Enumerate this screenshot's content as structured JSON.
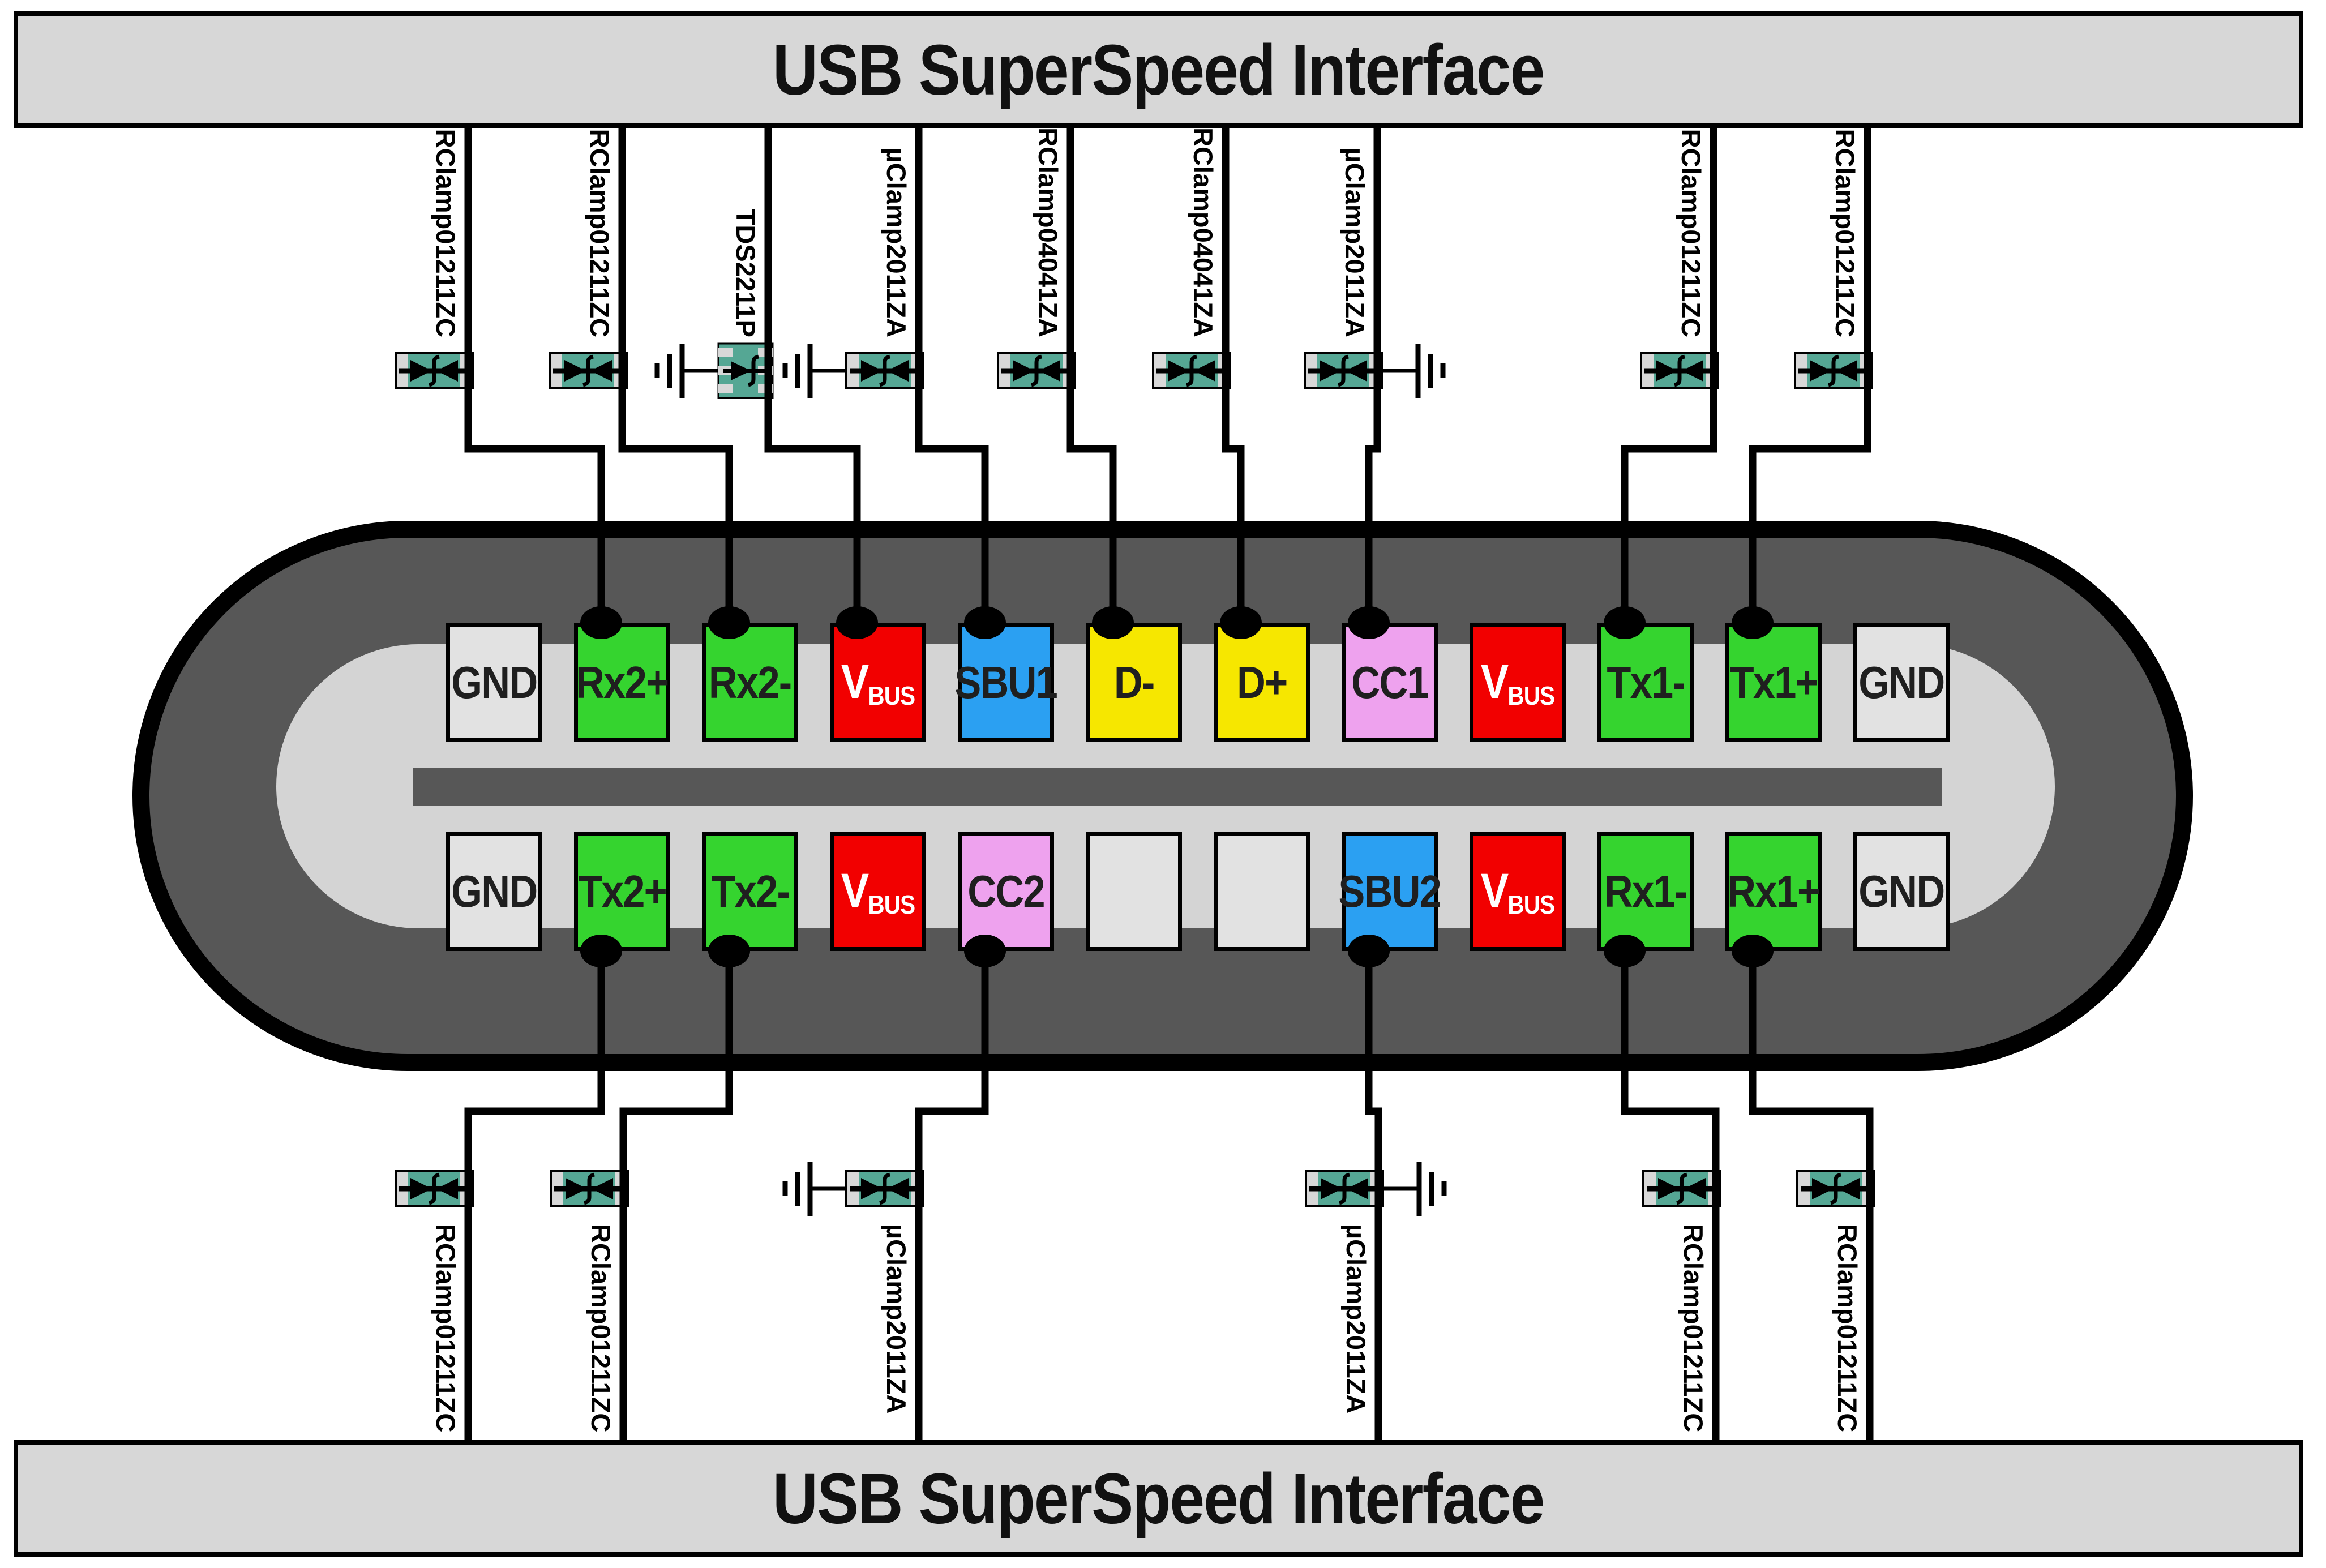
{
  "banner_top": "USB SuperSpeed Interface",
  "banner_bottom": "USB SuperSpeed Interface",
  "vbus_label": {
    "base": "V",
    "sub": "BUS"
  },
  "colors": {
    "green": "#35d42f",
    "red": "#f20000",
    "blue": "#2ba0f2",
    "yellow": "#f6e700",
    "violet": "#eea2ee",
    "gray_pad": "#e2e2e2",
    "connector_dark": "#575757",
    "connector_light": "#d4d4d4",
    "banner_bg": "#d7d7d7",
    "component_teal": "#55a794",
    "component_cap": "#d8d8d8",
    "wire": "#000000",
    "text_dark": "#1f1f1f"
  },
  "pins": {
    "top": [
      {
        "label": "GND",
        "color": "gray_pad",
        "dot": false
      },
      {
        "label": "Rx2+",
        "color": "green",
        "dot": true
      },
      {
        "label": "Rx2-",
        "color": "green",
        "dot": true
      },
      {
        "label": "VBUS",
        "color": "red",
        "dot": true,
        "vbus": true
      },
      {
        "label": "SBU1",
        "color": "blue",
        "dot": true
      },
      {
        "label": "D-",
        "color": "yellow",
        "dot": true
      },
      {
        "label": "D+",
        "color": "yellow",
        "dot": true
      },
      {
        "label": "CC1",
        "color": "violet",
        "dot": true
      },
      {
        "label": "VBUS",
        "color": "red",
        "dot": false,
        "vbus": true
      },
      {
        "label": "Tx1-",
        "color": "green",
        "dot": true
      },
      {
        "label": "Tx1+",
        "color": "green",
        "dot": true
      },
      {
        "label": "GND",
        "color": "gray_pad",
        "dot": false
      }
    ],
    "bottom": [
      {
        "label": "GND",
        "color": "gray_pad",
        "dot": false
      },
      {
        "label": "Tx2+",
        "color": "green",
        "dot": true
      },
      {
        "label": "Tx2-",
        "color": "green",
        "dot": true
      },
      {
        "label": "VBUS",
        "color": "red",
        "dot": false,
        "vbus": true
      },
      {
        "label": "CC2",
        "color": "violet",
        "dot": true
      },
      {
        "label": "",
        "color": "gray_pad",
        "dot": false
      },
      {
        "label": "",
        "color": "gray_pad",
        "dot": false
      },
      {
        "label": "SBU2",
        "color": "blue",
        "dot": true
      },
      {
        "label": "VBUS",
        "color": "red",
        "dot": false,
        "vbus": true
      },
      {
        "label": "Rx1-",
        "color": "green",
        "dot": true
      },
      {
        "label": "Rx1+",
        "color": "green",
        "dot": true
      },
      {
        "label": "GND",
        "color": "gray_pad",
        "dot": false
      }
    ]
  },
  "protection_components": {
    "top": [
      {
        "part": "RClamp01211ZC",
        "protects": "Rx2+",
        "symbol": "tvs-bidirectional",
        "ground": ""
      },
      {
        "part": "RClamp01211ZC",
        "protects": "Rx2-",
        "symbol": "tvs-bidirectional",
        "ground": ""
      },
      {
        "part": "TDS2211P",
        "protects": "VBUS",
        "symbol": "ic-zener",
        "ground": "left"
      },
      {
        "part": "µClamp2011ZA",
        "protects": "SBU1",
        "symbol": "tvs-bidirectional",
        "ground": "left"
      },
      {
        "part": "RClamp04041ZA",
        "protects": "D-",
        "symbol": "tvs-bidirectional",
        "ground": ""
      },
      {
        "part": "RClamp04041ZA",
        "protects": "D+",
        "symbol": "tvs-bidirectional",
        "ground": ""
      },
      {
        "part": "µClamp2011ZA",
        "protects": "CC1",
        "symbol": "tvs-bidirectional",
        "ground": "right"
      },
      {
        "part": "RClamp01211ZC",
        "protects": "Tx1-",
        "symbol": "tvs-bidirectional",
        "ground": ""
      },
      {
        "part": "RClamp01211ZC",
        "protects": "Tx1+",
        "symbol": "tvs-bidirectional",
        "ground": ""
      }
    ],
    "bottom": [
      {
        "part": "RClamp01211ZC",
        "protects": "Tx2+",
        "symbol": "tvs-bidirectional",
        "ground": ""
      },
      {
        "part": "RClamp01211ZC",
        "protects": "Tx2-",
        "symbol": "tvs-bidirectional",
        "ground": ""
      },
      {
        "part": "µClamp2011ZA",
        "protects": "CC2",
        "symbol": "tvs-bidirectional",
        "ground": "left"
      },
      {
        "part": "µClamp2011ZA",
        "protects": "SBU2",
        "symbol": "tvs-bidirectional",
        "ground": "right"
      },
      {
        "part": "RClamp01211ZC",
        "protects": "Rx1-",
        "symbol": "tvs-bidirectional",
        "ground": ""
      },
      {
        "part": "RClamp01211ZC",
        "protects": "Rx1+",
        "symbol": "tvs-bidirectional",
        "ground": ""
      }
    ]
  }
}
